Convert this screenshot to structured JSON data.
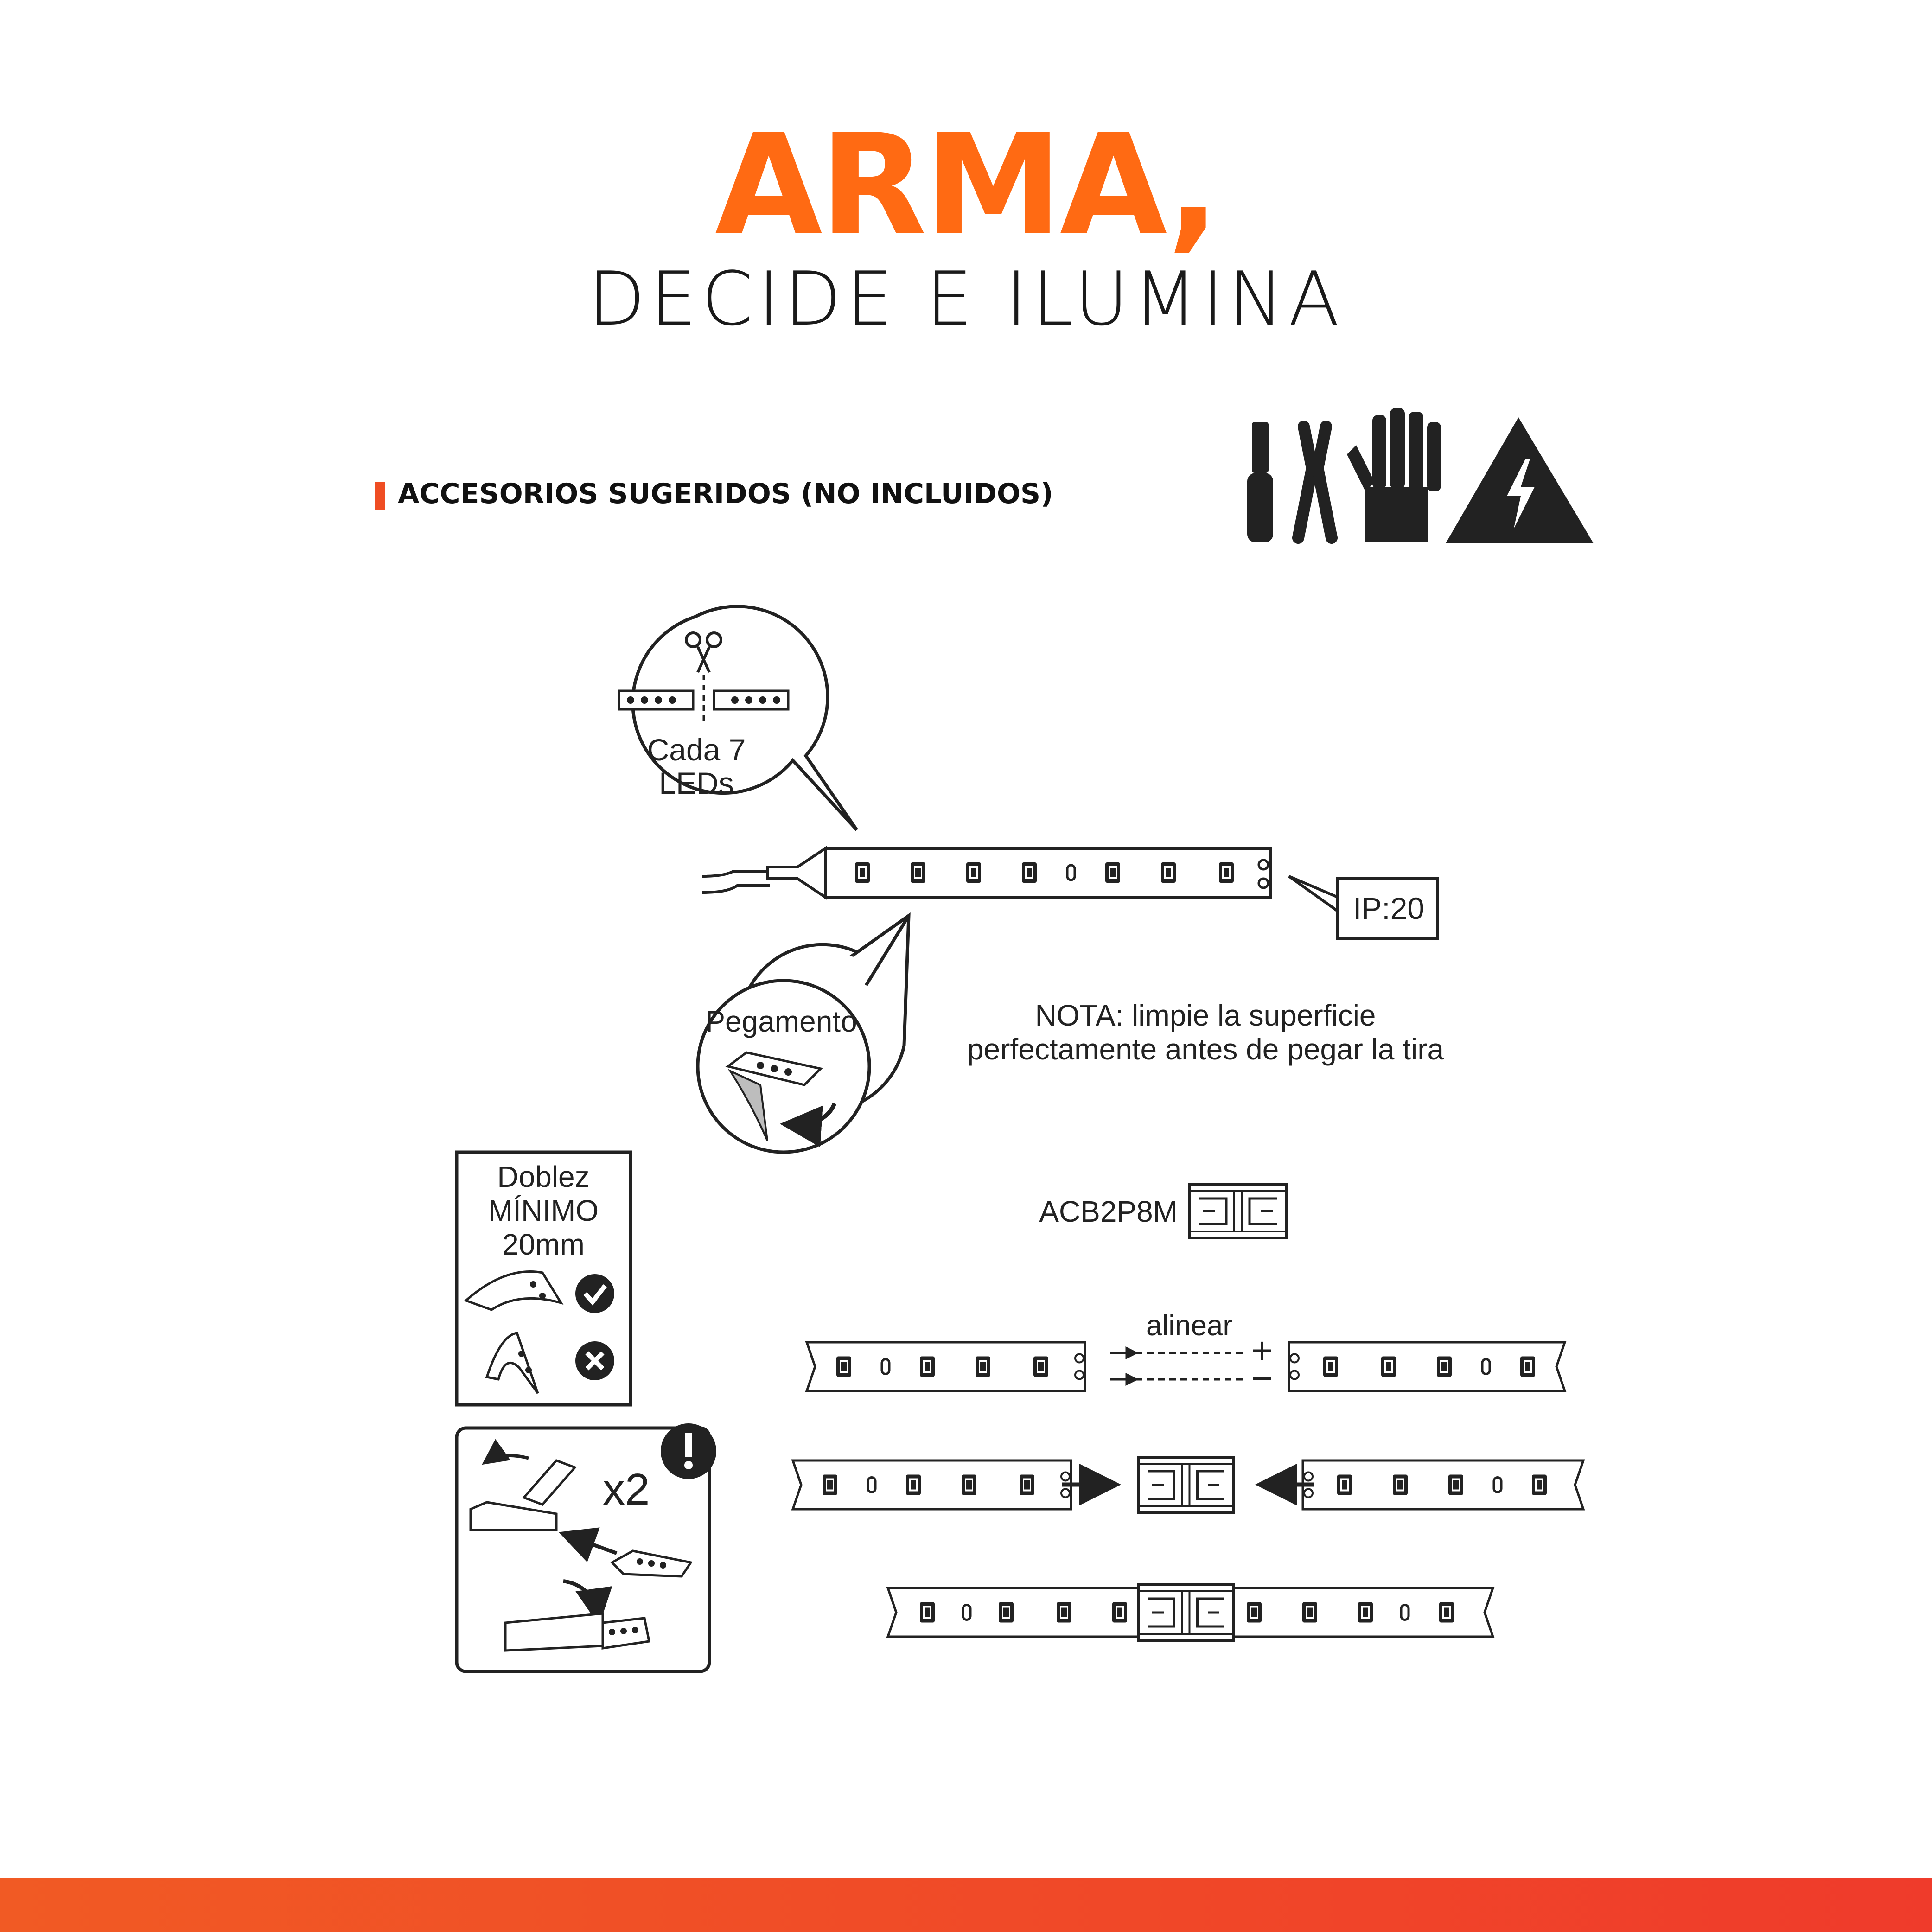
{
  "header": {
    "title": "ARMA,",
    "subtitle": "DECIDE E ILUMINA"
  },
  "accessories": {
    "heading": "ACCESORIOS SUGERIDOS (NO INCLUIDOS)",
    "icons": [
      "screwdriver-icon",
      "pliers-icon",
      "glove-icon",
      "electric-hazard-icon"
    ]
  },
  "cut_bubble": {
    "line1": "Cada 7",
    "line2": "LEDs"
  },
  "ip_label": "IP:20",
  "glue_bubble": "Pegamento",
  "note": {
    "line1": "NOTA: limpie la superficie",
    "line2": "perfectamente antes de pegar la tira"
  },
  "bend_box": {
    "line1": "Doblez",
    "line2": "MÍNIMO",
    "line3": "20mm"
  },
  "connector": {
    "model": "ACB2P8M"
  },
  "align": {
    "label": "alinear",
    "plus": "+",
    "minus": "−"
  },
  "clip_box": {
    "count": "x2"
  },
  "colors": {
    "accent": "#ff6a13",
    "bar": "#ef4d23",
    "ink": "#222222"
  }
}
